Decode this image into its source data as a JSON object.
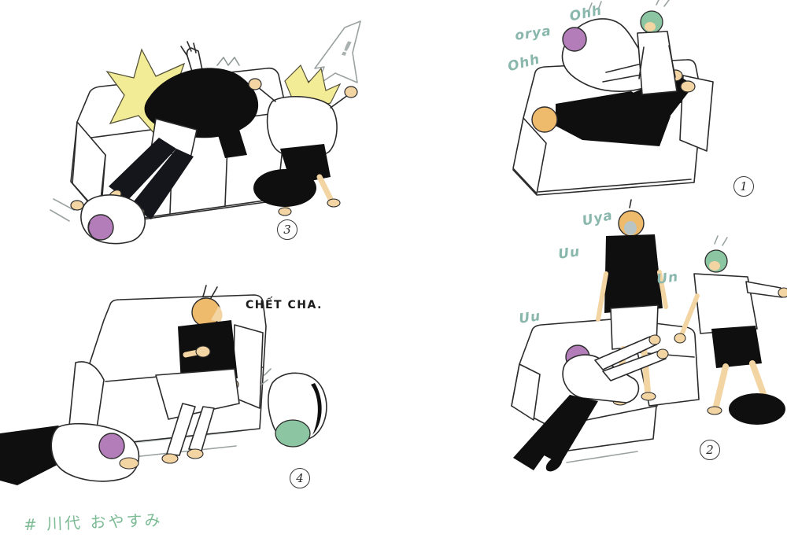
{
  "page": {
    "background": "#ffffff",
    "kind": "four-panel hand-drawn comic of characters roughhousing on couches"
  },
  "palette": {
    "ink": "#2b2b2b",
    "sfx_teal": "#8ab7ac",
    "caption_green": "#7dbb95",
    "purple_hair": "#b27db8",
    "orange_hair": "#eeba6c",
    "green_hair": "#8cc5a2",
    "yellow_accent": "#f3ec96",
    "couch_shade": "#c3cccc",
    "skin": "#f3d5a3",
    "black_clothing": "#0f0f0f"
  },
  "panel1": {
    "number": "1",
    "sfx": {
      "ohh_top": "Ohh",
      "orya": "orya",
      "ohh_left": "Ohh"
    }
  },
  "panel2": {
    "number": "2",
    "sfx": {
      "uya": "Uya",
      "uu_upper": "Uu",
      "un": "Un",
      "uu_lower": "Uu"
    }
  },
  "panel3": {
    "number": "3",
    "sfx": {
      "exclaim": "!"
    }
  },
  "panel4": {
    "number": "4",
    "dialogue": "CHẾT CHA."
  },
  "caption": {
    "text": "# 川代 おやすみ"
  }
}
